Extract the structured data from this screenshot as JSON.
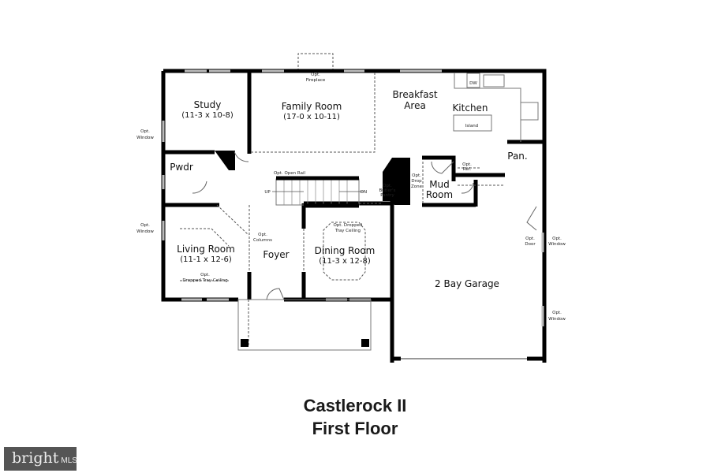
{
  "plan": {
    "name": "Castlerock II",
    "level": "First Floor",
    "rooms": {
      "study": {
        "label": "Study",
        "dims": "(11-3 x 10-8)"
      },
      "family": {
        "label": "Family Room",
        "dims": "(17-0 x 10-11)"
      },
      "breakfast": {
        "label1": "Breakfast",
        "label2": "Area"
      },
      "kitchen": {
        "label": "Kitchen"
      },
      "pantry": {
        "label": "Pan."
      },
      "powder": {
        "label": "Pwdr"
      },
      "mud": {
        "label1": "Mud",
        "label2": "Room"
      },
      "living": {
        "label": "Living Room",
        "dims": "(11-1 x 12-6)"
      },
      "foyer": {
        "label": "Foyer"
      },
      "dining": {
        "label": "Dining Room",
        "dims": "(11-3 x 12-8)"
      },
      "garage": {
        "label": "2 Bay Garage"
      }
    },
    "notes": {
      "opt": "Opt.",
      "window": "Window",
      "fireplace": "Fireplace",
      "open_rail": "Opt. Open Rail",
      "up": "UP",
      "dn": "DN",
      "butlers1": "Butler's",
      "butlers2": "Pantry",
      "drop1": "Drop",
      "drop2": "Zone",
      "ref": "Ref.",
      "dw": "DW",
      "island": "Island",
      "columns": "Columns",
      "dropped_tray1": "Opt. Dropped",
      "dropped_tray2": "Tray Ceiling",
      "dropped_tray_living": "Dropped Tray Ceiling",
      "door": "Door"
    }
  },
  "logo": {
    "brand": "bright",
    "suffix": "MLS",
    "color": "#555555"
  }
}
